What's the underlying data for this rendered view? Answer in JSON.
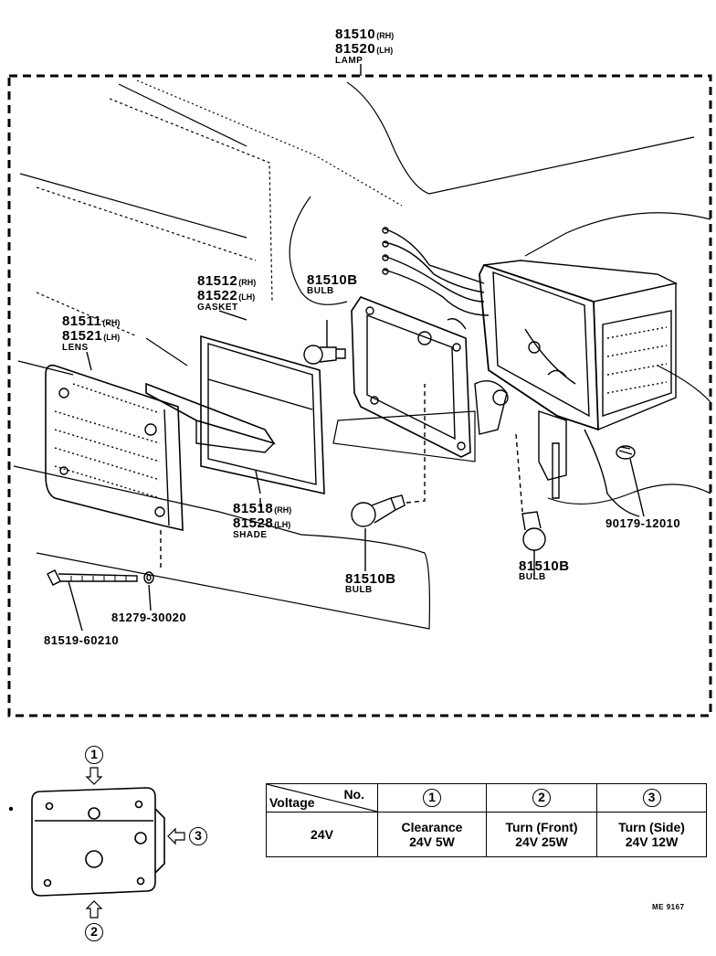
{
  "labels": {
    "lamp": {
      "pn_rh": "81510",
      "sfx_rh": "(RH)",
      "pn_lh": "81520",
      "sfx_lh": "(LH)",
      "name": "LAMP"
    },
    "gasket": {
      "pn_rh": "81512",
      "sfx_rh": "(RH)",
      "pn_lh": "81522",
      "sfx_lh": "(LH)",
      "name": "GASKET"
    },
    "lens": {
      "pn_rh": "81511",
      "sfx_rh": "(RH)",
      "pn_lh": "81521",
      "sfx_lh": "(LH)",
      "name": "LENS"
    },
    "bulb_top": {
      "pn": "81510B",
      "name": "BULB"
    },
    "shade": {
      "pn_rh": "81518",
      "sfx_rh": "(RH)",
      "pn_lh": "81528",
      "sfx_lh": "(LH)",
      "name": "SHADE"
    },
    "bulb_mid": {
      "pn": "81510B",
      "name": "BULB"
    },
    "bulb_right": {
      "pn": "81510B",
      "name": "BULB"
    },
    "clip": {
      "pn": "90179-12010"
    },
    "screw": {
      "pn": "81519-60210"
    },
    "washer": {
      "pn": "81279-30020"
    }
  },
  "view_markers": {
    "m1": "1",
    "m2": "2",
    "m3": "3"
  },
  "spec_table": {
    "header_no": "No.",
    "header_voltage": "Voltage",
    "col1": "1",
    "col2": "2",
    "col3": "3",
    "voltage": "24V",
    "c1_line1": "Clearance",
    "c1_line2": "24V  5W",
    "c2_line1": "Turn (Front)",
    "c2_line2": "24V  25W",
    "c3_line1": "Turn (Side)",
    "c3_line2": "24V  12W"
  },
  "drawing_code": "ME  9167"
}
